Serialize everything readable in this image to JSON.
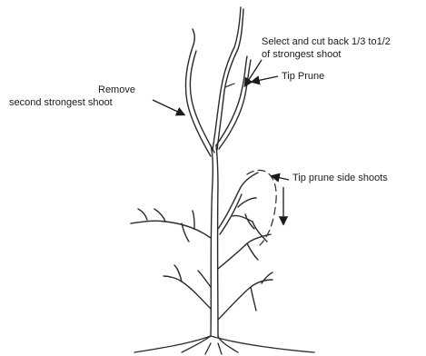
{
  "labels": {
    "remove_line1": "Remove",
    "remove_line2": "second strongest shoot",
    "select_line1": "Select and cut back 1/3 to1/2",
    "select_line2": "of strongest shoot",
    "tip_prune": "Tip Prune",
    "tip_prune_side": "Tip prune side shoots"
  },
  "colors": {
    "stroke": "#2a2a2a",
    "background": "#ffffff"
  }
}
